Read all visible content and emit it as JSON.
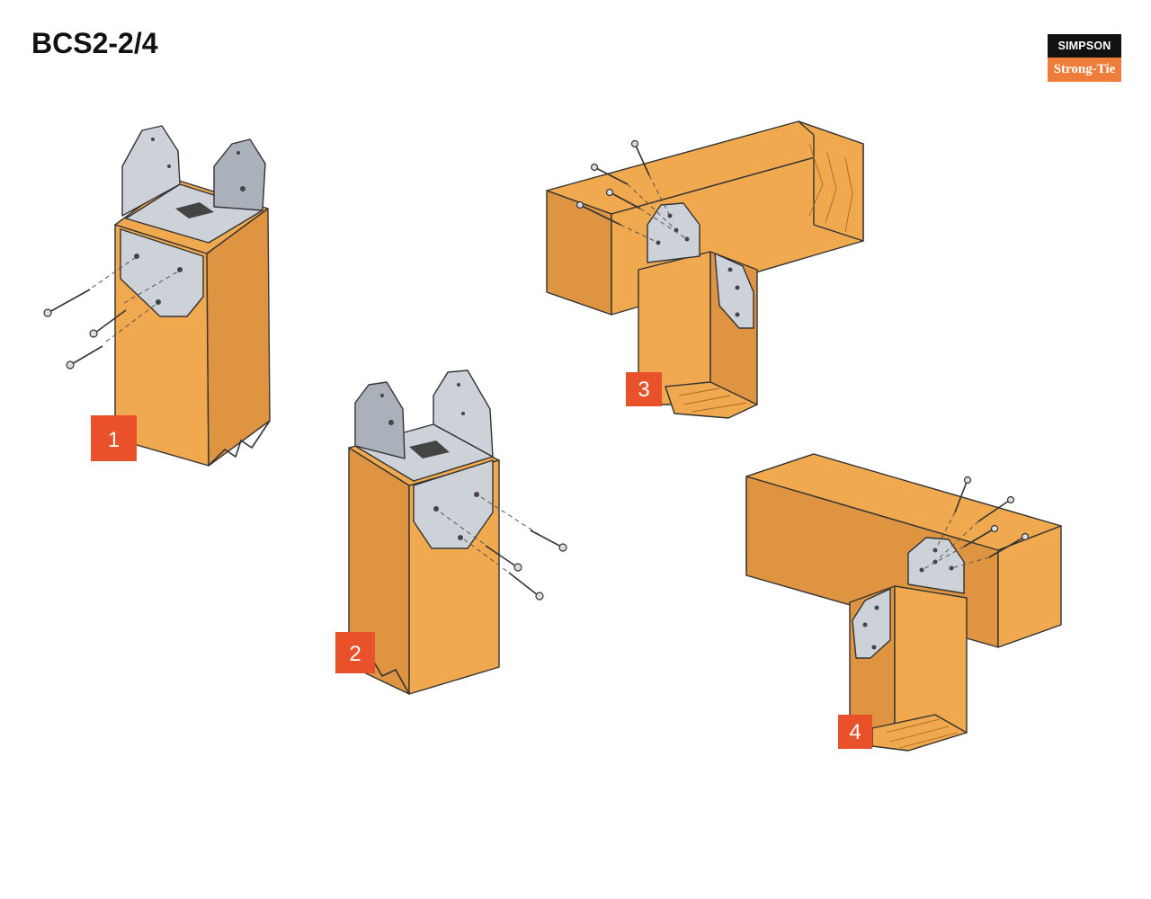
{
  "title": "BCS2-2/4",
  "logo": {
    "top": "SIMPSON",
    "bottom": "Strong-Tie"
  },
  "steps": [
    "1",
    "2",
    "3",
    "4"
  ],
  "colors": {
    "wood": "#f0a94e",
    "wood_dark": "#d98b33",
    "metal": "#c9ced6",
    "metal_dark": "#9ea6b1",
    "badge": "#e8512a",
    "logo_orange": "#ee7d3b"
  }
}
